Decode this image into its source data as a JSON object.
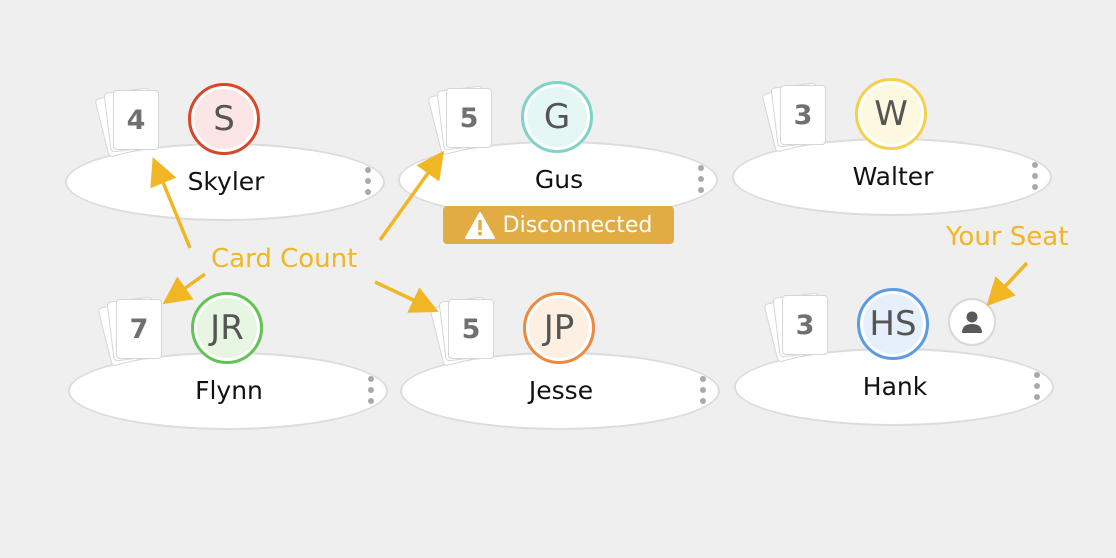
{
  "seats": [
    {
      "name": "Skyler",
      "initials": "S",
      "cards": "4",
      "color": "#d9472b",
      "bg": "#fbe6e5"
    },
    {
      "name": "Gus",
      "initials": "G",
      "cards": "5",
      "color": "#7fd3c8",
      "bg": "#e5f7f5",
      "status": "Disconnected"
    },
    {
      "name": "Walter",
      "initials": "W",
      "cards": "3",
      "color": "#f5d04a",
      "bg": "#fdf8e0"
    },
    {
      "name": "Flynn",
      "initials": "JR",
      "cards": "7",
      "color": "#62c452",
      "bg": "#e6f6e3"
    },
    {
      "name": "Jesse",
      "initials": "JP",
      "cards": "5",
      "color": "#ee8a3f",
      "bg": "#fdf0e3"
    },
    {
      "name": "Hank",
      "initials": "HS",
      "cards": "3",
      "color": "#5b9be0",
      "bg": "#e6f0fc",
      "is_you": true
    }
  ],
  "annotations": {
    "card_count": "Card Count",
    "your_seat": "Your Seat"
  },
  "accent": "#f0b623"
}
